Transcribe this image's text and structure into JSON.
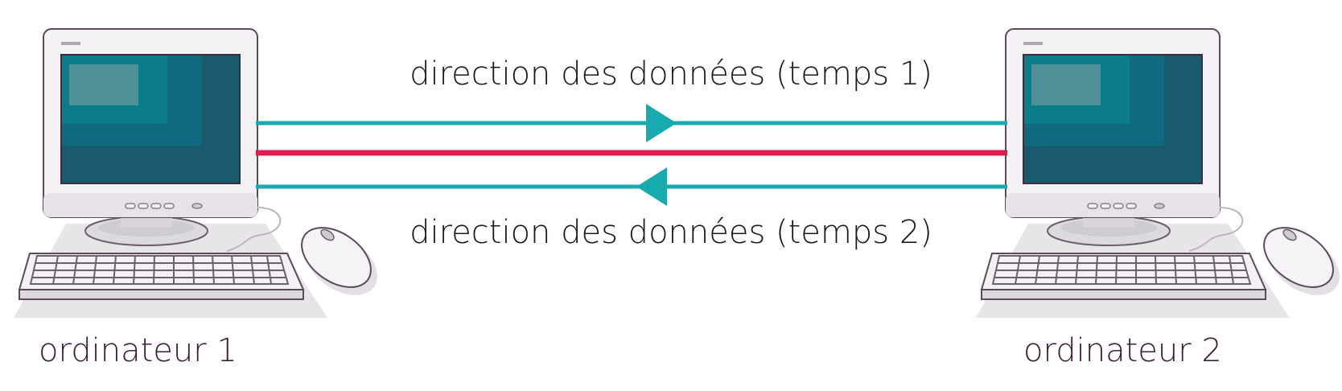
{
  "diagram": {
    "labels": {
      "flow_top": "direction des données (temps 1)",
      "flow_bottom": "direction des données (temps 2)",
      "computer_left": "ordinateur 1",
      "computer_right": "ordinateur 2"
    },
    "colors": {
      "link_teal": "#17aaae",
      "link_red": "#e01b4f",
      "screen_dark": "#1a5a6e",
      "screen_mid": "#0b7c8a",
      "screen_light": "#4f8f98",
      "case_body": "#efedf0",
      "case_outline": "#5b4a5a",
      "shadow": "#dcd8dc",
      "text": "#1d1722",
      "node_text": "#3a1c36"
    },
    "icons": {
      "left_computer": "desktop-computer-icon",
      "right_computer": "desktop-computer-icon",
      "arrow_top": "arrow-right-icon",
      "arrow_bottom": "arrow-left-icon"
    }
  }
}
